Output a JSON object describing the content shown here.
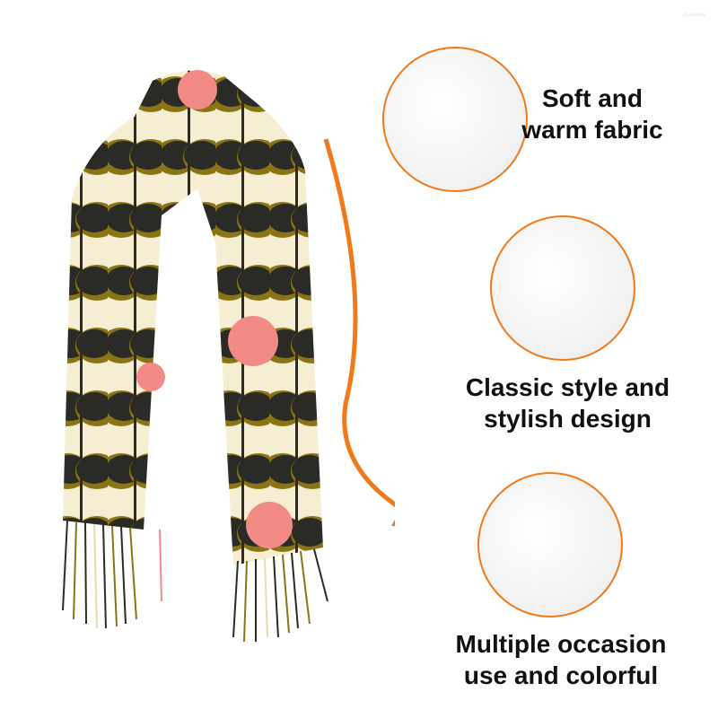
{
  "watermark": "dracaena",
  "features": [
    {
      "icon": "soft-fabric-image",
      "line1": "Soft and",
      "line2": "warm fabric"
    },
    {
      "icon": "pleated-fabric-image",
      "line1": "Classic style and",
      "line2": "stylish design"
    },
    {
      "icon": "tassel-fringe-image",
      "line1": "Multiple occasion",
      "line2": "use and colorful"
    }
  ],
  "colors": {
    "accent": "#f07a1a",
    "olive": "#8a7414",
    "dark": "#2a2a26",
    "pink": "#f28a86",
    "cream": "#f6eed2"
  }
}
